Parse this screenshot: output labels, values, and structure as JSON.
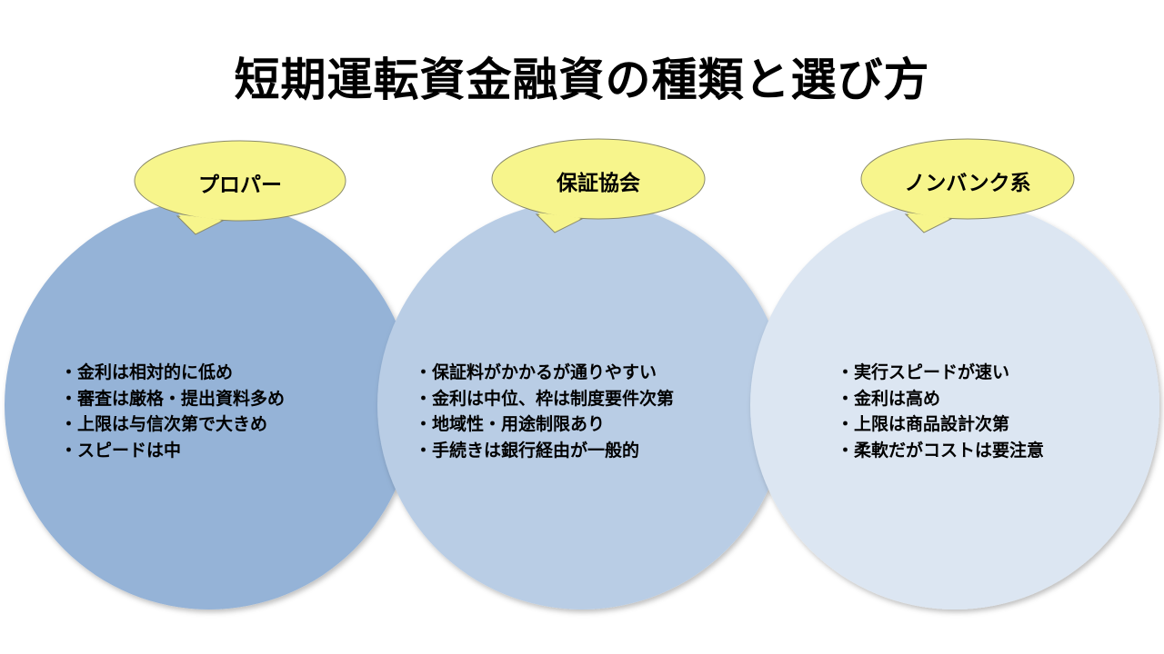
{
  "title": "短期運転資金融資の種類と選び方",
  "colors": {
    "circle1": "#95b3d7",
    "circle2": "#b9cde5",
    "circle3": "#dce6f2",
    "bubble": "#f7f58c"
  },
  "columns": [
    {
      "label": "プロパー",
      "items": [
        "・金利は相対的に低め",
        "・審査は厳格・提出資料多め",
        "・上限は与信次第で大きめ",
        "・スピードは中"
      ]
    },
    {
      "label": "保証協会",
      "items": [
        "・保証料がかかるが通りやすい",
        "・金利は中位、枠は制度要件次第",
        "・地域性・用途制限あり",
        "・手続きは銀行経由が一般的"
      ]
    },
    {
      "label": "ノンバンク系",
      "items": [
        "・実行スピードが速い",
        "・金利は高め",
        "・上限は商品設計次第",
        "・柔軟だがコストは要注意"
      ]
    }
  ]
}
